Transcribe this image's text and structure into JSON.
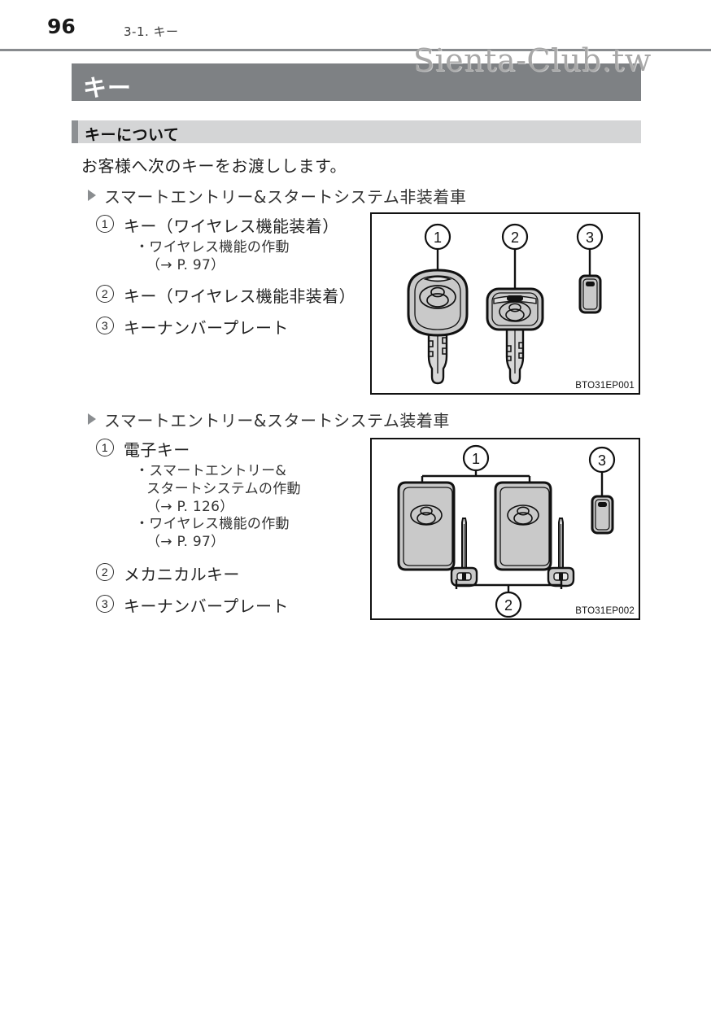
{
  "page": {
    "number": "96",
    "section_head": "3-1. キー",
    "watermark": "Sienta-Club.tw"
  },
  "chapter": {
    "title": "キー"
  },
  "subsection": {
    "title": "キーについて"
  },
  "lead_text": "お客様へ次のキーをお渡しします。",
  "groups": [
    {
      "heading": "スマートエントリー&スタートシステム非装着車",
      "items": [
        {
          "num": "1",
          "label": "キー（ワイヤレス機能装着）",
          "subitems": [
            {
              "line1": "・ワイヤレス機能の作動",
              "line2": "（→ P. 97）"
            }
          ]
        },
        {
          "num": "2",
          "label": "キー（ワイヤレス機能非装着）",
          "subitems": []
        },
        {
          "num": "3",
          "label": "キーナンバープレート",
          "subitems": []
        }
      ],
      "figure": {
        "code": "BTO31EP001",
        "callouts": [
          "1",
          "2",
          "3"
        ]
      }
    },
    {
      "heading": "スマートエントリー&スタートシステム装着車",
      "items": [
        {
          "num": "1",
          "label": "電子キー",
          "subitems": [
            {
              "line1": "・スマートエントリー&",
              "line2": "スタートシステムの作動",
              "line3": "（→ P. 126）"
            },
            {
              "line1": "・ワイヤレス機能の作動",
              "line2": "（→ P. 97）"
            }
          ]
        },
        {
          "num": "2",
          "label": "メカニカルキー",
          "subitems": []
        },
        {
          "num": "3",
          "label": "キーナンバープレート",
          "subitems": []
        }
      ],
      "figure": {
        "code": "BTO31EP002",
        "callouts": [
          "1",
          "2",
          "3"
        ]
      }
    }
  ],
  "colors": {
    "title_band": "#7e8184",
    "sub_band": "#d4d5d6",
    "sub_band_accent": "#8d9093",
    "rule": "#888b8e",
    "key_body_fill": "#c9c9c9",
    "key_blade_fill": "#d8d8d8",
    "outline": "#111111",
    "watermark": "#a8a8a8"
  }
}
